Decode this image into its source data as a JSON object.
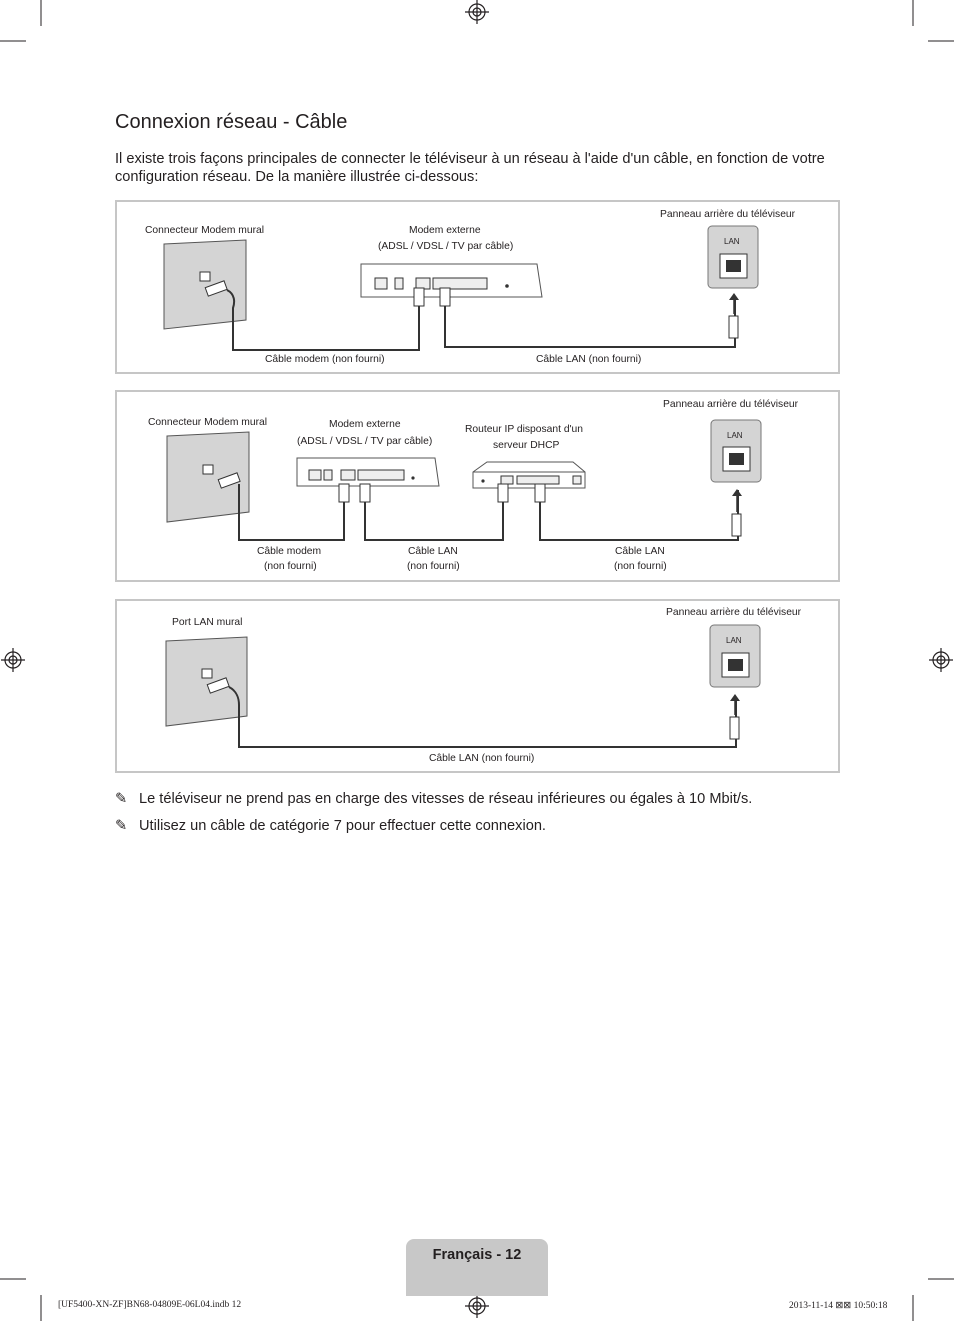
{
  "page": {
    "title": "Connexion réseau - Câble",
    "intro": "Il existe trois façons principales de connecter le téléviseur à un réseau à l'aide d'un câble, en fonction de votre configuration réseau. De la manière illustrée ci-dessous:"
  },
  "diagrams": [
    {
      "wall_label": "Connecteur Modem mural",
      "modem_label": "Modem externe",
      "modem_sub": "(ADSL / VDSL / TV par câble)",
      "tv_label": "Panneau arrière du téléviseur",
      "lan_label": "LAN",
      "cable1": "Câble modem (non fourni)",
      "cable2": "Câble LAN (non fourni)"
    },
    {
      "wall_label": "Connecteur Modem mural",
      "modem_label": "Modem externe",
      "modem_sub": "(ADSL / VDSL / TV par câble)",
      "router_label": "Routeur IP disposant d'un",
      "router_sub": "serveur DHCP",
      "tv_label": "Panneau arrière du téléviseur",
      "lan_label": "LAN",
      "cable1": "Câble modem",
      "cable1_sub": "(non fourni)",
      "cable2": "Câble LAN",
      "cable2_sub": "(non fourni)",
      "cable3": "Câble LAN",
      "cable3_sub": "(non fourni)"
    },
    {
      "wall_label": "Port LAN mural",
      "tv_label": "Panneau arrière du téléviseur",
      "lan_label": "LAN",
      "cable1": "Câble LAN (non fourni)"
    }
  ],
  "notes": [
    "Le téléviseur ne prend pas en charge des vitesses de réseau inférieures ou égales à 10 Mbit/s.",
    "Utilisez un câble de catégorie 7 pour effectuer cette connexion."
  ],
  "note_icon": "pencil-note-icon",
  "footer": {
    "page_label": "Français - 12",
    "print_left": "[UF5400-XN-ZF]BN68-04809E-06L04.indb   12",
    "print_right": "2013-11-14   ⊠⊠ 10:50:18"
  },
  "colors": {
    "panel_border": "#c6c6c6",
    "wall": "#d4d4d4",
    "tab": "#c8c8c8"
  }
}
